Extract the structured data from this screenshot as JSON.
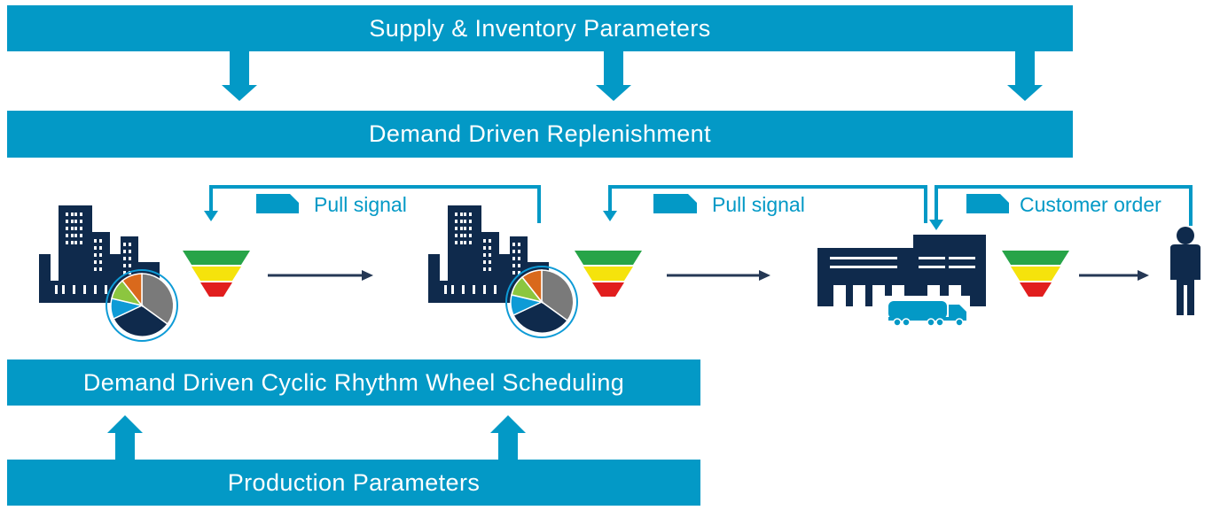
{
  "colors": {
    "bar": "#0399c6",
    "navy": "#0f2a4c",
    "arrow": "#253855",
    "funnel_green": "#27a448",
    "funnel_yellow": "#f5e30c",
    "funnel_red": "#e11e1e",
    "pie_gray": "#7a7a7a",
    "pie_orange": "#d9691c",
    "pie_green": "#8cc63f",
    "pie_blue": "#0e9bd6",
    "pie_navy": "#0f2a4c"
  },
  "bars": {
    "supply": "Supply & Inventory Parameters",
    "ddr": "Demand Driven Replenishment",
    "ddcrws": "Demand Driven Cyclic Rhythm Wheel Scheduling",
    "production": "Production Parameters"
  },
  "signals": {
    "pull_1": "Pull signal",
    "pull_2": "Pull signal",
    "customer": "Customer order"
  },
  "icons": {
    "factory": "factory-icon",
    "rhythm_wheel": "rhythm-wheel-pie-icon",
    "buffer": "buffer-funnel-icon",
    "warehouse": "warehouse-icon",
    "truck": "truck-icon",
    "customer": "person-icon"
  }
}
